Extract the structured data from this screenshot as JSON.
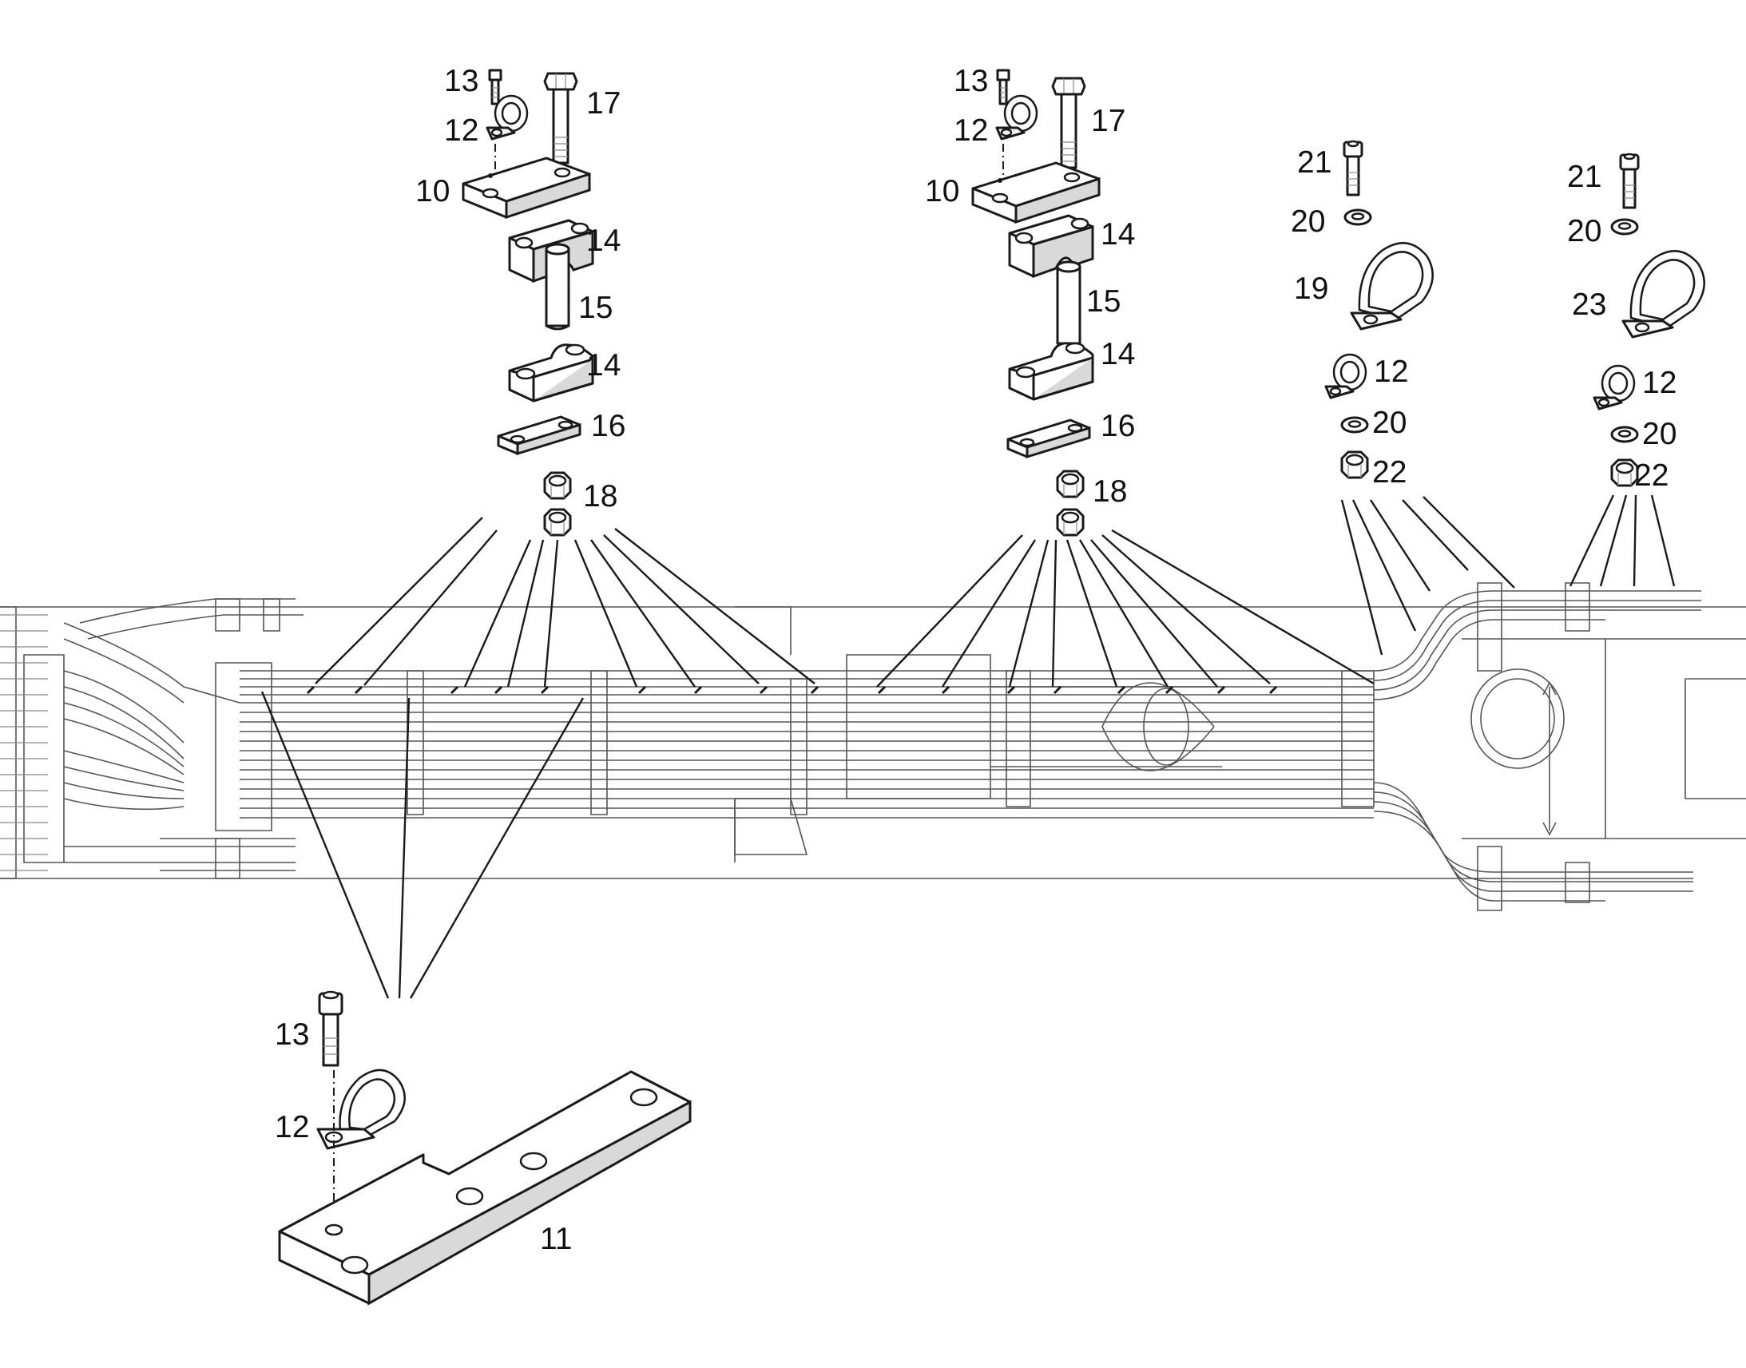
{
  "callouts": {
    "g1_13": "13",
    "g1_12": "12",
    "g1_17": "17",
    "g1_10": "10",
    "g1_14a": "14",
    "g1_15": "15",
    "g1_14b": "14",
    "g1_16": "16",
    "g1_18": "18",
    "g2_13": "13",
    "g2_12": "12",
    "g2_17": "17",
    "g2_10": "10",
    "g2_14a": "14",
    "g2_15": "15",
    "g2_14b": "14",
    "g2_16": "16",
    "g2_18": "18",
    "g3_21": "21",
    "g3_20a": "20",
    "g3_19": "19",
    "g3_12": "12",
    "g3_20b": "20",
    "g3_22": "22",
    "g4_21": "21",
    "g4_20a": "20",
    "g4_23": "23",
    "g4_12": "12",
    "g4_20b": "20",
    "g4_22": "22",
    "g5_13": "13",
    "g5_12": "12",
    "g5_11": "11"
  }
}
